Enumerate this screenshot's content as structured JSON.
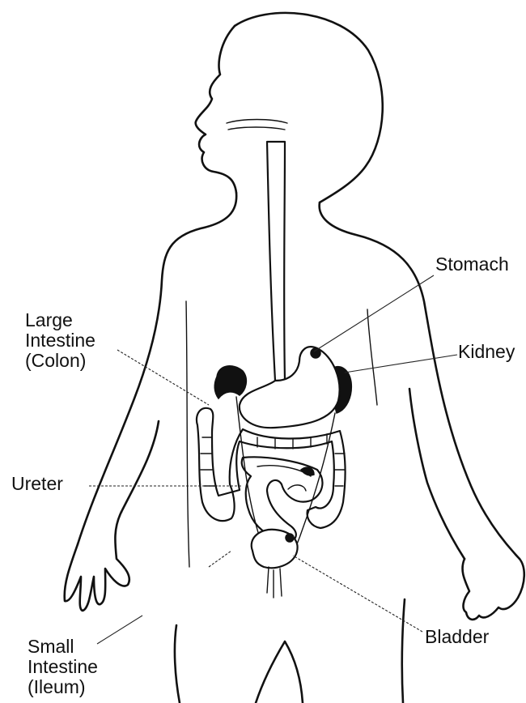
{
  "labels": {
    "stomach": "Stomach",
    "kidney": "Kidney",
    "large_intestine": "Large\nIntestine\n(Colon)",
    "ureter": "Ureter",
    "bladder": "Bladder",
    "small_intestine": "Small\nIntestine\n(Ileum)"
  },
  "colors": {
    "ink": "#111111",
    "background": "#ffffff"
  }
}
